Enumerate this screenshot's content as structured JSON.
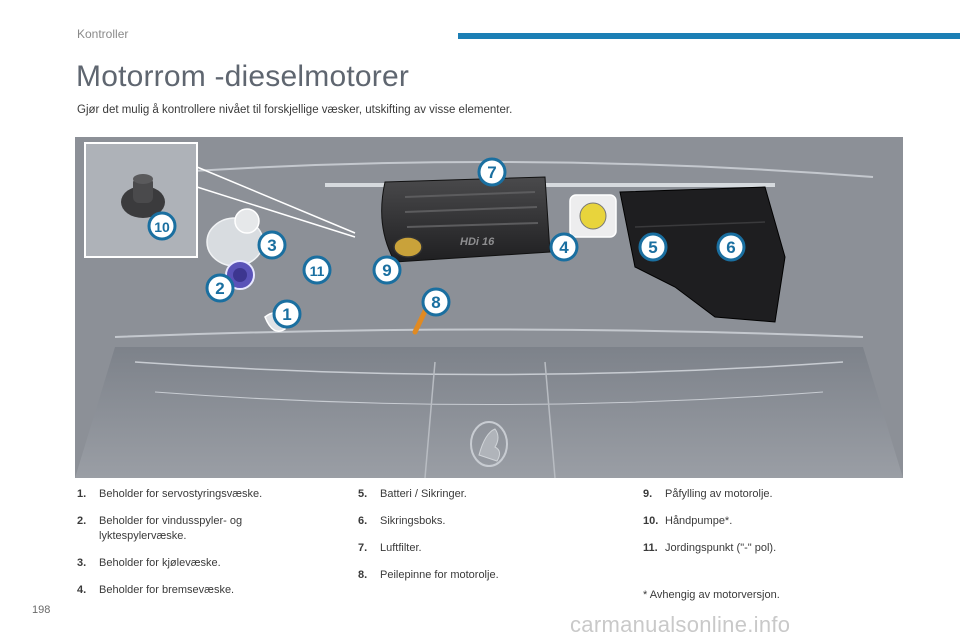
{
  "header": {
    "section": "Kontroller",
    "title": "Motorrom -dieselmotorer",
    "intro": "Gjør det mulig å kontrollere nivået til forskjellige væsker, utskifting av visse elementer."
  },
  "figure": {
    "engine_cover_text": "HDi 16",
    "callouts": [
      "1",
      "2",
      "3",
      "4",
      "5",
      "6",
      "7",
      "8",
      "9",
      "10",
      "11"
    ]
  },
  "legend": {
    "col1": [
      {
        "num": "1.",
        "text": "Beholder for servostyringsvæske."
      },
      {
        "num": "2.",
        "text": "Beholder for vindusspyler- og lyktespylervæske."
      },
      {
        "num": "3.",
        "text": "Beholder for kjølevæske."
      },
      {
        "num": "4.",
        "text": "Beholder for bremsevæske."
      }
    ],
    "col2": [
      {
        "num": "5.",
        "text": "Batteri / Sikringer."
      },
      {
        "num": "6.",
        "text": "Sikringsboks."
      },
      {
        "num": "7.",
        "text": "Luftfilter."
      },
      {
        "num": "8.",
        "text": "Peilepinne for motorolje."
      }
    ],
    "col3": [
      {
        "num": "9.",
        "text": "Påfylling av motorolje."
      },
      {
        "num": "10.",
        "text": "Håndpumpe*."
      },
      {
        "num": "11.",
        "text": "Jordingspunkt (\"-\" pol)."
      }
    ],
    "footnote": "* Avhengig av motorversjon."
  },
  "footer": {
    "page_number": "198",
    "watermark": "carmanualsonline.info"
  },
  "colors": {
    "accent_bar": "#1c7fb5",
    "figure_bg": "#8e9299",
    "callout_ring": "#1a6fa0"
  }
}
